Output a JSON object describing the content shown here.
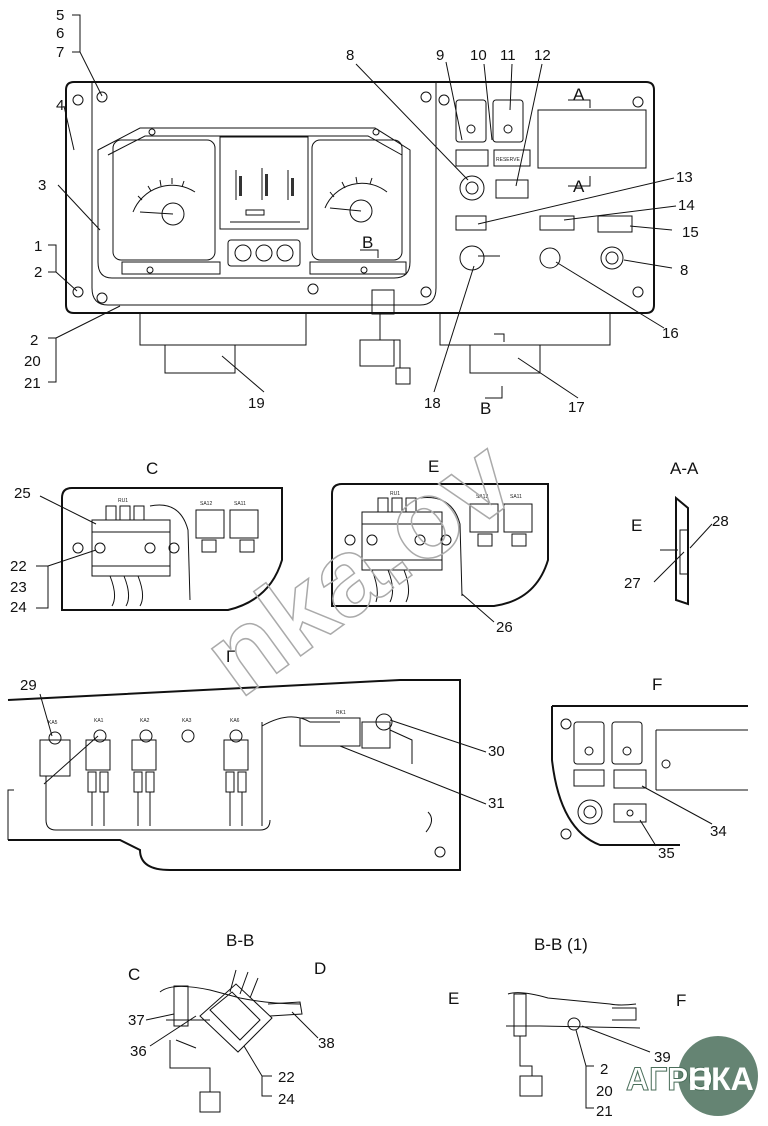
{
  "callouts": {
    "n1": "1",
    "n2": "2",
    "n3": "3",
    "n4": "4",
    "n5": "5",
    "n6": "6",
    "n7": "7",
    "n8": "8",
    "n9": "9",
    "n10": "10",
    "n11": "11",
    "n12": "12",
    "n13": "13",
    "n14": "14",
    "n15": "15",
    "n16": "16",
    "n17": "17",
    "n18": "18",
    "n19": "19",
    "n20": "20",
    "n21": "21",
    "n22": "22",
    "n23": "23",
    "n24": "24",
    "n25": "25",
    "n26": "26",
    "n27": "27",
    "n28": "28",
    "n29": "29",
    "n30": "30",
    "n31": "31",
    "n34": "34",
    "n35": "35",
    "n36": "36",
    "n37": "37",
    "n38": "38",
    "n39": "39"
  },
  "views": {
    "c": "C",
    "e": "E",
    "aa": "A-A",
    "f": "F",
    "g": "Г",
    "bb": "B-B",
    "bb1": "B-B (1)"
  },
  "section_markers": {
    "a": "A",
    "b": "B",
    "c": "C",
    "d": "D",
    "e": "E",
    "f": "F"
  },
  "panel": {
    "reserve_label": "RESERVE"
  },
  "relay_labels": {
    "ka5": "KA5",
    "ka1": "KA1",
    "ka2": "KA2",
    "ka3": "KA3",
    "ka6": "KA6",
    "rk1": "RK1",
    "ru1": "RU1",
    "sa12": "SA12",
    "sa11": "SA11"
  },
  "logo": {
    "text_left": "АГРО",
    "text_right": "НКА"
  },
  "watermark": "nkа.ov"
}
